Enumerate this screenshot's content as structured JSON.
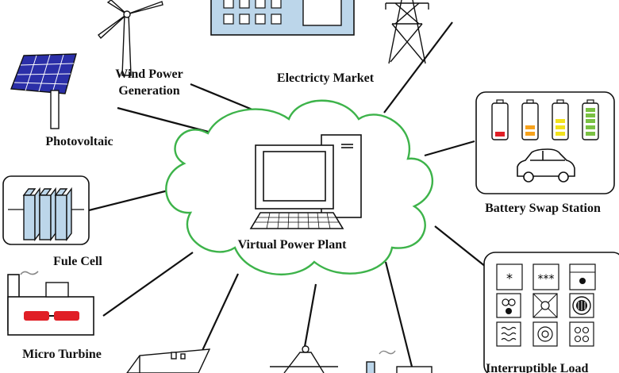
{
  "labels": {
    "wind": [
      "Wind Power",
      "Generation"
    ],
    "market": "Electricty Market",
    "photovoltaic": "Photovoltaic",
    "battery_swap": "Battery Swap Station",
    "vpp": "Virtual Power Plant",
    "fuel_cell": "Fule Cell",
    "micro_turbine": "Micro Turbine",
    "interruptible_load": "Interruptible Load"
  },
  "load_panel_symbols": [
    "*",
    "***"
  ],
  "colors": {
    "cloud_stroke": "#3db34a",
    "building_fill": "#bcd6ea",
    "solar_cell": "#2b2fa8",
    "battery_red": "#e01f26",
    "battery_orange": "#f7a21b",
    "battery_yellow": "#f2e21c",
    "battery_green": "#7ac143",
    "turbine_red": "#e01f26"
  }
}
